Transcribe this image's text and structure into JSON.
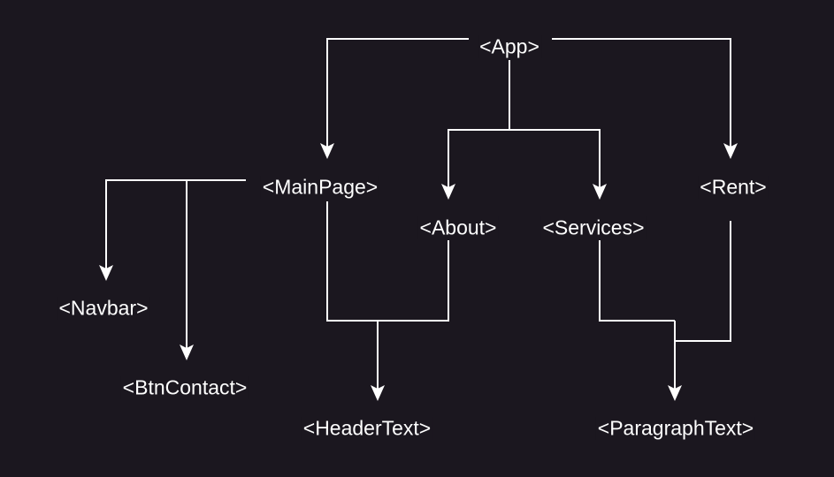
{
  "diagram": {
    "colors": {
      "background": "#1b171f",
      "line": "#ffffff",
      "text": "#ffffff"
    },
    "nodes": {
      "app": "<App>",
      "mainpage": "<MainPage>",
      "about": "<About>",
      "services": "<Services>",
      "rent": "<Rent>",
      "navbar": "<Navbar>",
      "btncontact": "<BtnContact>",
      "headertext": "<HeaderText>",
      "paragraphtext": "<ParagraphText>"
    }
  }
}
